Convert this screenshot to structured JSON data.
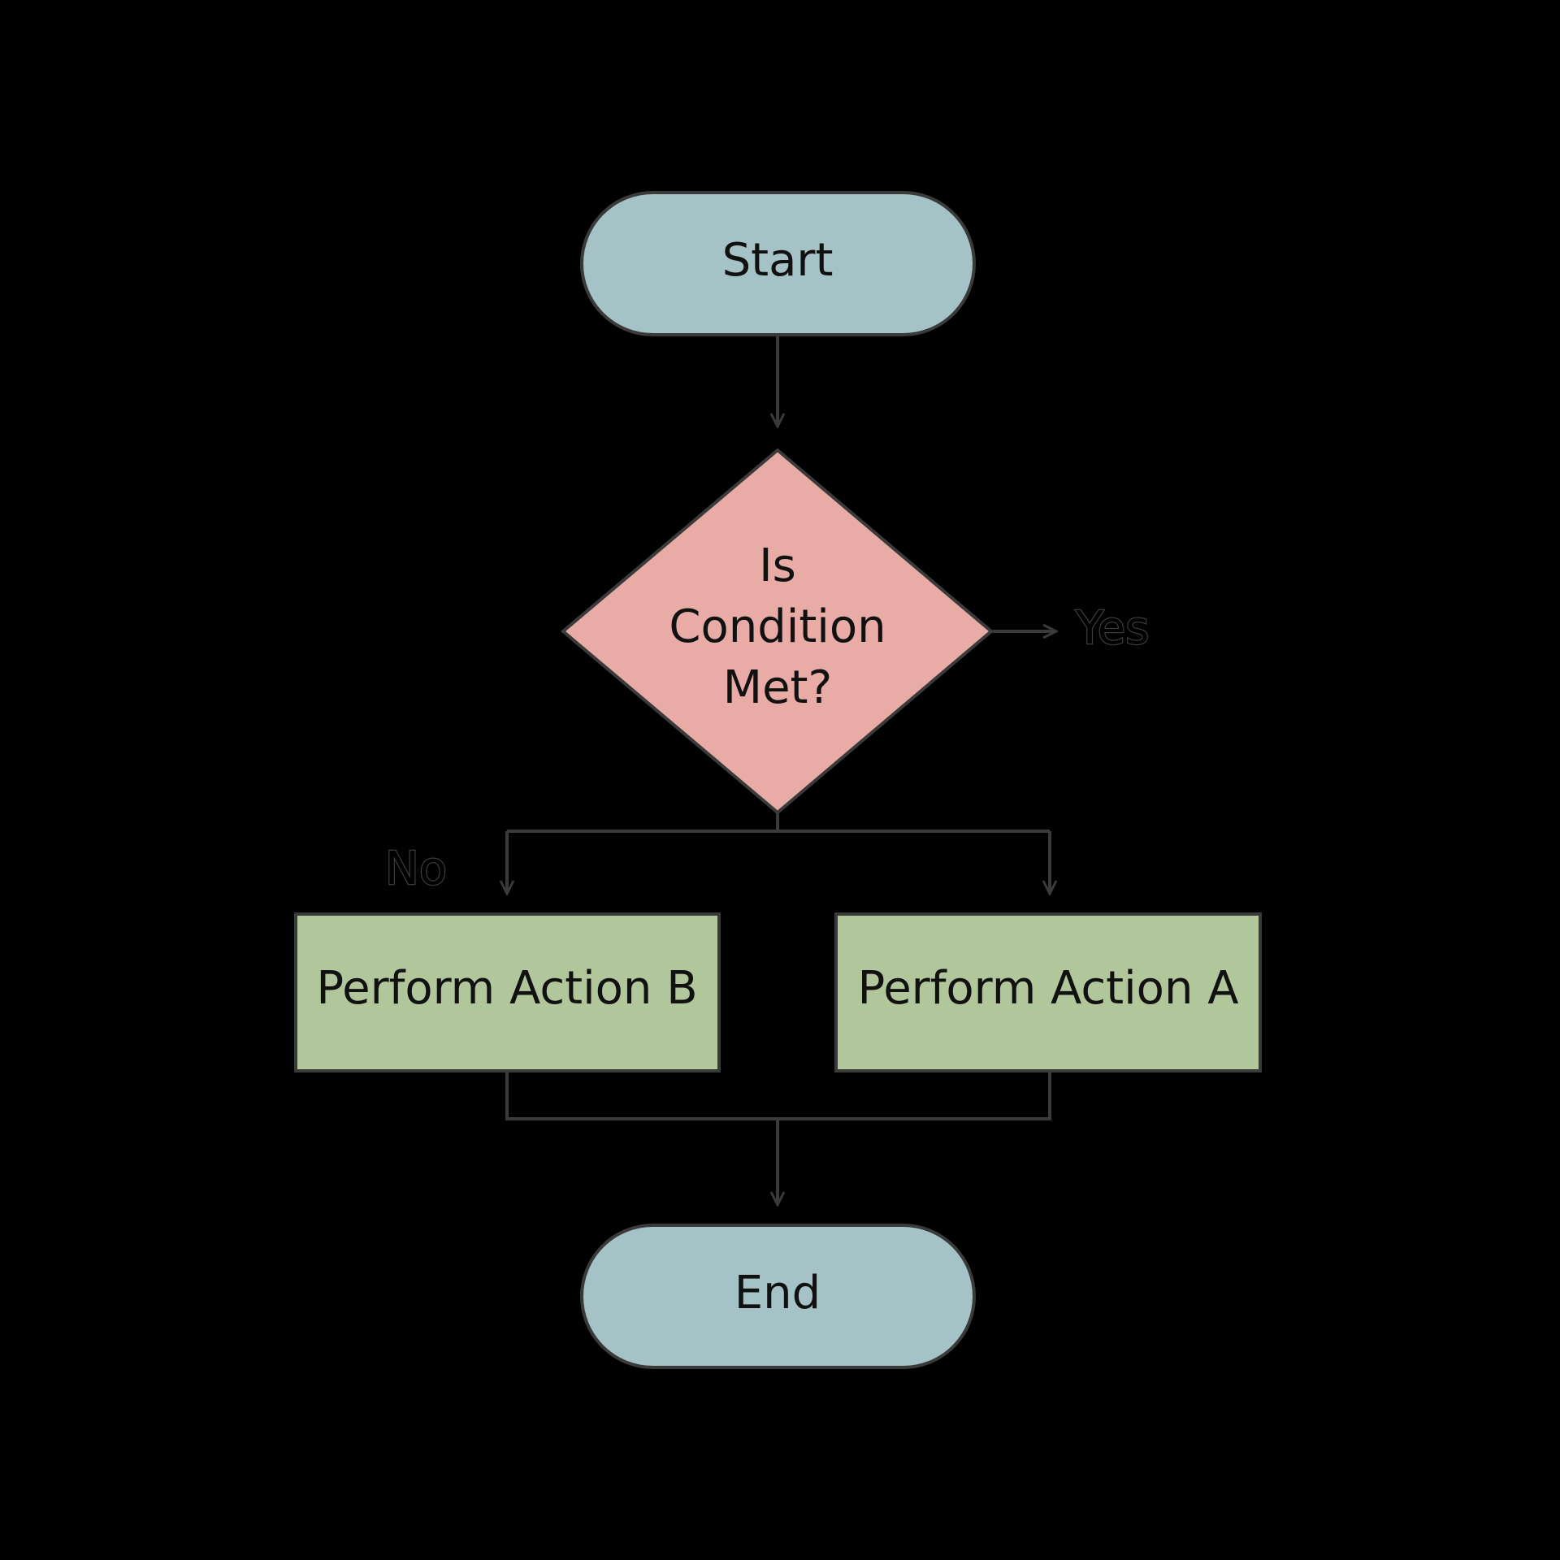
{
  "flowchart": {
    "start": {
      "label": "Start"
    },
    "decision": {
      "lines": [
        "Is",
        "Condition",
        "Met?"
      ]
    },
    "branches": {
      "yes": "Yes",
      "no": "No"
    },
    "action_b": {
      "label": "Perform Action B"
    },
    "action_a": {
      "label": "Perform Action A"
    },
    "end": {
      "label": "End"
    }
  },
  "colors": {
    "background": "#000000",
    "terminator_fill": "#a5c2c6",
    "decision_fill": "#e8aba6",
    "process_fill": "#b1c79b",
    "connector": "#3a3a3a"
  }
}
